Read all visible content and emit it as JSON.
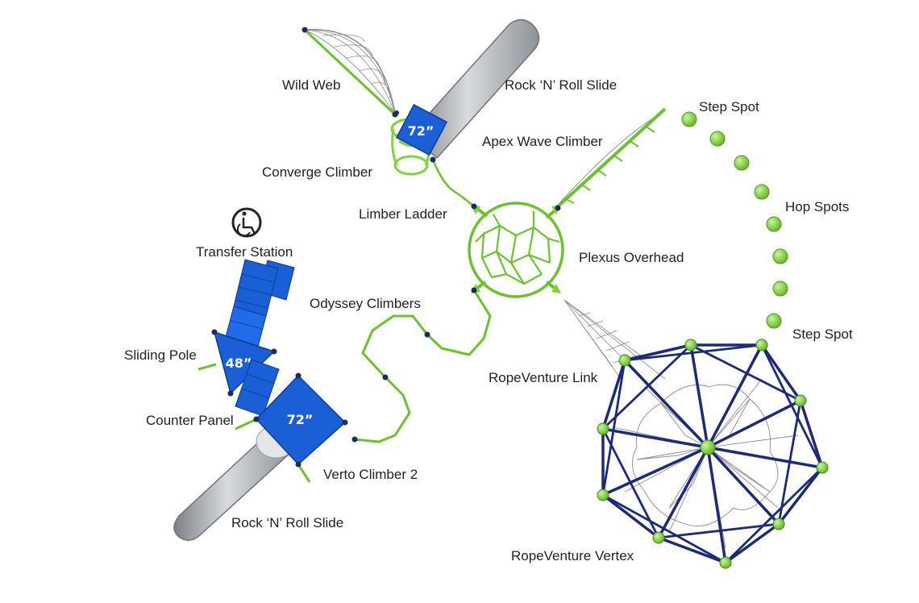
{
  "colors": {
    "green": "#7ed43a",
    "dark_green": "#4e9a1f",
    "deck_blue": "#1a5fd6",
    "rope_blue": "#1c2a78",
    "post_navy": "#1c2a5e",
    "slide_gray": "#a9adb2",
    "rope_gray": "#8c8c8c",
    "label_text": "#222222"
  },
  "labels": {
    "wild_web": "Wild Web",
    "rock_roll_slide_top": "Rock ‘N’ Roll Slide",
    "converge_climber": "Converge Climber",
    "apex_wave_climber": "Apex Wave Climber",
    "step_spot_top": "Step Spot",
    "hop_spots": "Hop Spots",
    "step_spot_bottom": "Step Spot",
    "limber_ladder": "Limber Ladder",
    "transfer_station": "Transfer Station",
    "plexus_overhead": "Plexus Overhead",
    "odyssey_climbers": "Odyssey Climbers",
    "sliding_pole": "Sliding Pole",
    "ropeventure_link": "RopeVenture Link",
    "counter_panel": "Counter Panel",
    "verto_climber": "Verto Climber 2",
    "rock_roll_slide_bottom": "Rock ‘N’ Roll Slide",
    "ropeventure_vertex": "RopeVenture Vertex"
  },
  "decks": {
    "top_height": "72”",
    "mid_height": "48”",
    "bottom_height": "72”"
  },
  "icons": {
    "accessibility": "wheelchair-icon"
  }
}
